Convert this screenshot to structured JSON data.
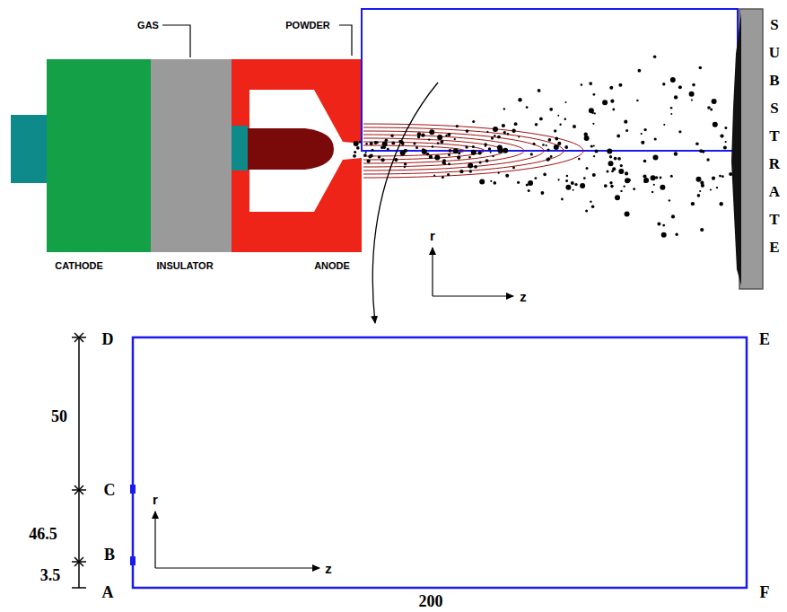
{
  "diagram": {
    "labels": [
      "GAS",
      "POWDER",
      "CATHODE",
      "INSULATOR",
      "ANODE",
      "SUBSTRATE",
      "r",
      "z",
      "D",
      "E",
      "C",
      "B",
      "A",
      "F",
      "50",
      "46.5",
      "3.5",
      "200",
      "r",
      "z"
    ]
  }
}
